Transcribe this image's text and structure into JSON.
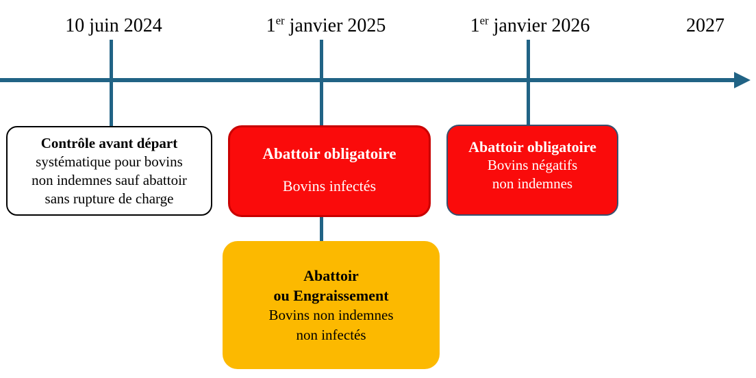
{
  "diagram": {
    "type": "timeline",
    "language": "fr",
    "colors": {
      "timeline": "#216385",
      "red_fill": "#fa0b0b",
      "red_box1_border": "#c90000",
      "red_box2_border": "#35506f",
      "orange_fill": "#fcb900",
      "white_box_border": "#000000",
      "text_on_red": "#ffffff",
      "text_dark": "#000000"
    },
    "timeline": {
      "dates": [
        {
          "pre": "10 juin 2024",
          "sup": "",
          "post": ""
        },
        {
          "pre": "1",
          "sup": "er",
          "post": " janvier 2025"
        },
        {
          "pre": "1",
          "sup": "er",
          "post": " janvier 2026"
        },
        {
          "pre": "2027",
          "sup": "",
          "post": ""
        }
      ]
    },
    "boxes": {
      "controle": {
        "title": "Contrôle avant départ",
        "line1": "systématique pour bovins",
        "line2": "non indemnes sauf abattoir",
        "line3": "sans rupture de charge"
      },
      "abattoir_infectes": {
        "title": "Abattoir obligatoire",
        "line1": "Bovins infectés"
      },
      "abattoir_negatifs": {
        "title": "Abattoir obligatoire",
        "line1": "Bovins négatifs",
        "line2": "non indemnes"
      },
      "engraissement": {
        "title1": "Abattoir",
        "title2": "ou Engraissement",
        "line1": "Bovins non indemnes",
        "line2": "non infectés"
      }
    }
  }
}
